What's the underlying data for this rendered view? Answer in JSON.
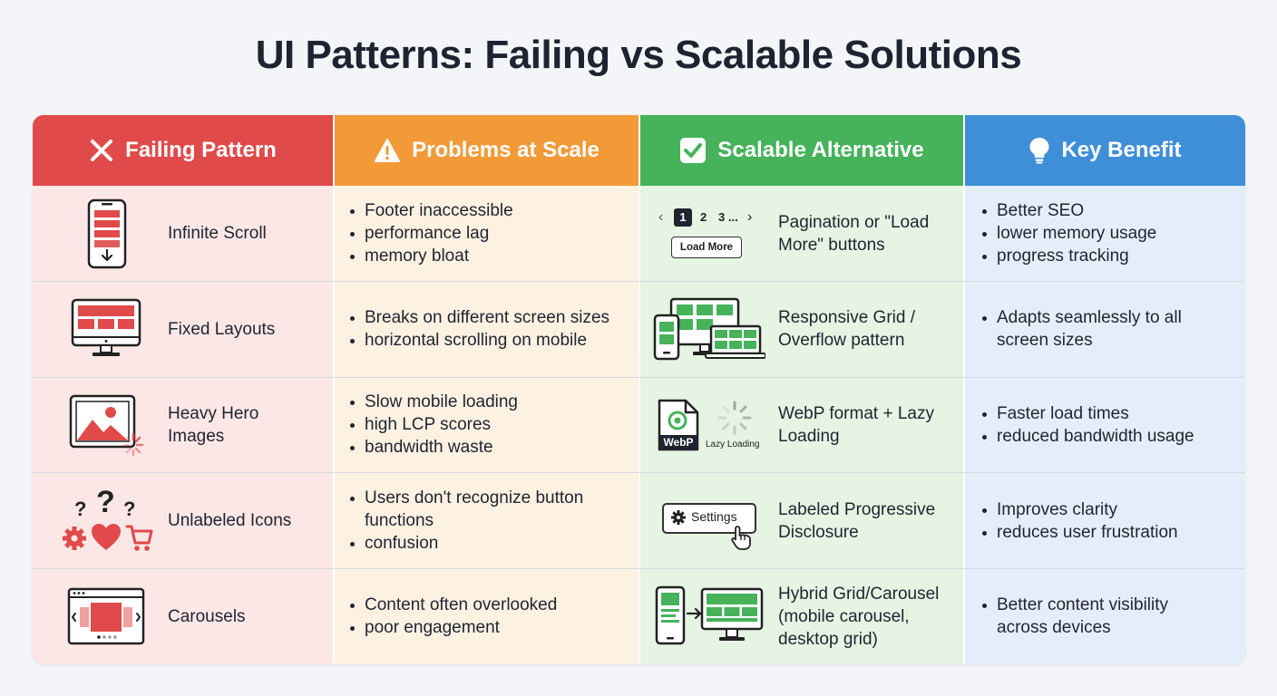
{
  "title": "UI Patterns: Failing vs Scalable Solutions",
  "colors": {
    "red": "#e04a4a",
    "orange": "#f29a38",
    "green": "#46b25a",
    "blue": "#3f8fd8"
  },
  "headers": [
    {
      "label": "Failing Pattern",
      "icon": "x-icon"
    },
    {
      "label": "Problems at Scale",
      "icon": "warning-icon"
    },
    {
      "label": "Scalable Alternative",
      "icon": "checkbox-icon"
    },
    {
      "label": "Key Benefit",
      "icon": "lightbulb-icon"
    }
  ],
  "rows": [
    {
      "pattern": "Infinite Scroll",
      "pattern_icon": "phone-scroll-icon",
      "problems": [
        "Footer inaccessible",
        "performance lag",
        "memory bloat"
      ],
      "alternative": "Pagination or \"Load More\" buttons",
      "alt_icon": "pagination-icon",
      "pager": {
        "prev": "‹",
        "pages": [
          "1",
          "2",
          "3 ..."
        ],
        "next": "›",
        "load_more": "Load More"
      },
      "benefits": [
        "Better SEO",
        "lower memory usage",
        "progress tracking"
      ]
    },
    {
      "pattern": "Fixed Layouts",
      "pattern_icon": "desktop-monitor-icon",
      "problems": [
        "Breaks on different screen sizes",
        "horizontal scrolling on mobile"
      ],
      "alternative": "Responsive Grid / Overflow pattern",
      "alt_icon": "responsive-devices-icon",
      "benefits": [
        "Adapts seamlessly to all screen sizes"
      ]
    },
    {
      "pattern": "Heavy Hero Images",
      "pattern_icon": "image-loading-icon",
      "problems": [
        "Slow mobile loading",
        "high LCP scores",
        "bandwidth waste"
      ],
      "alternative": "WebP format + Lazy Loading",
      "alt_icon": "webp-file-icon",
      "webp_label": "WebP",
      "lazy_label": "Lazy Loading",
      "benefits": [
        "Faster load times",
        "reduced bandwidth usage"
      ]
    },
    {
      "pattern": "Unlabeled Icons",
      "pattern_icon": "question-icons-icon",
      "problems": [
        "Users don't recognize button functions",
        "confusion"
      ],
      "alternative": "Labeled Progressive Disclosure",
      "alt_icon": "settings-button-icon",
      "settings_label": "Settings",
      "benefits": [
        "Improves clarity",
        "reduces user frustration"
      ]
    },
    {
      "pattern": "Carousels",
      "pattern_icon": "carousel-browser-icon",
      "problems": [
        "Content often overlooked",
        "poor engagement"
      ],
      "alternative": "Hybrid Grid/Carousel (mobile carousel, desktop grid)",
      "alt_icon": "hybrid-grid-icon",
      "benefits": [
        "Better content visibility across devices"
      ]
    }
  ]
}
